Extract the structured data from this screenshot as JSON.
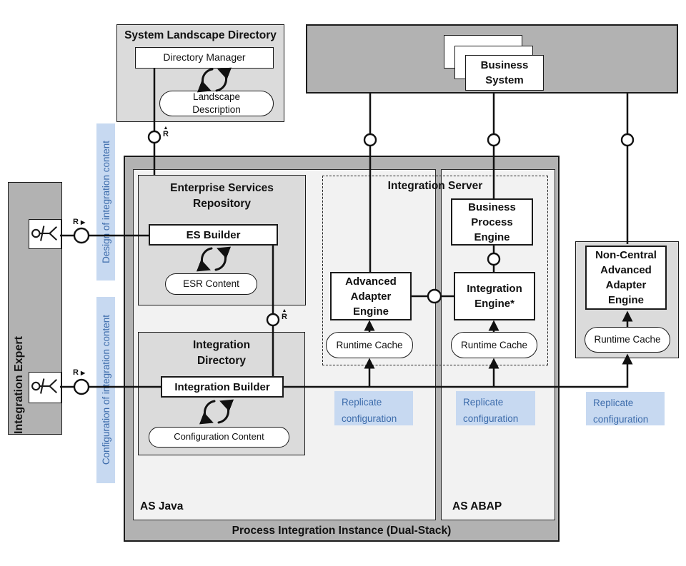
{
  "colors": {
    "dark_gray": "#b2b2b2",
    "mid_gray": "#dbdbdb",
    "light_gray": "#f2f2f2",
    "blue_bg": "#c7d9f1",
    "blue_text": "#3d6cab",
    "line": "#111111"
  },
  "sld": {
    "title": "System Landscape Directory",
    "directory_manager": "Directory Manager",
    "landscape_description": "Landscape\nDescription"
  },
  "business_system": {
    "card_label": "Business\nSystem"
  },
  "integration_expert": {
    "label": "Integration Expert"
  },
  "activity_bars": {
    "design": "Design of integration content",
    "configuration": "Configuration of integration content"
  },
  "pi": {
    "footer": "Process Integration Instance (Dual-Stack)",
    "as_java": "AS Java",
    "as_abap": "AS ABAP"
  },
  "esr": {
    "title": "Enterprise Services\nRepository",
    "es_builder": "ES Builder",
    "esr_content": "ESR Content"
  },
  "dir": {
    "title": "Integration\nDirectory",
    "integration_builder": "Integration Builder",
    "configuration_content": "Configuration Content"
  },
  "is": {
    "title": "Integration Server",
    "bpe": "Business\nProcess\nEngine",
    "ie": "Integration\nEngine*",
    "aae": "Advanced\nAdapter\nEngine",
    "runtime_cache_left": "Runtime Cache",
    "runtime_cache_right": "Runtime Cache"
  },
  "nc": {
    "title": "Non-Central\nAdvanced\nAdapter\nEngine",
    "runtime_cache": "Runtime Cache"
  },
  "replicate": {
    "left": "Replicate\nconfiguration",
    "middle": "Replicate\nconfiguration",
    "right": "Replicate\nconfiguration"
  },
  "markers": {
    "r_sld": "R",
    "r_builder": "R",
    "r_design": "R",
    "r_config": "R"
  }
}
